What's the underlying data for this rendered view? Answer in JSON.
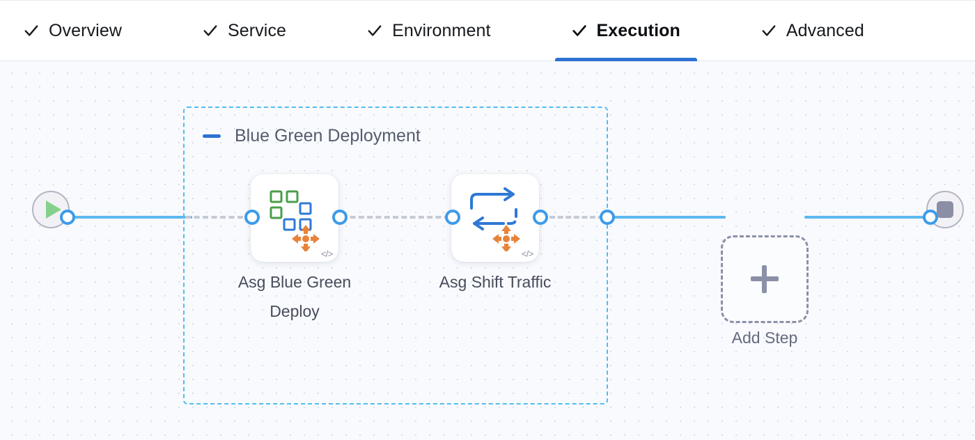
{
  "tabs": [
    {
      "label": "Overview",
      "icon": "check-icon",
      "active": false
    },
    {
      "label": "Service",
      "icon": "check-icon",
      "active": false
    },
    {
      "label": "Environment",
      "icon": "check-icon",
      "active": false
    },
    {
      "label": "Execution",
      "icon": "check-icon",
      "active": true
    },
    {
      "label": "Advanced",
      "icon": "check-icon",
      "active": false
    }
  ],
  "canvas": {
    "start_node": {
      "name": "pipeline-start",
      "icon": "play-icon"
    },
    "end_node": {
      "name": "pipeline-end",
      "icon": "stop-icon"
    },
    "group": {
      "title": "Blue Green Deployment",
      "collapse_icon": "minus-icon",
      "border_color": "#54bbf0"
    },
    "steps": [
      {
        "label": "Asg Blue Green Deploy",
        "icon": "asg-blue-green-deploy-icon",
        "badge": "</>"
      },
      {
        "label": "Asg Shift Traffic",
        "icon": "asg-shift-traffic-icon",
        "badge": "</>"
      }
    ],
    "add_step": {
      "label": "Add Step",
      "icon": "plus-icon"
    }
  },
  "colors": {
    "accent_blue": "#2d72d2",
    "connector_blue": "#5cb8ef",
    "connector_dot": "#3d9be9",
    "group_dash": "#54bbf0",
    "dashed_gray": "#c5cad3",
    "icon_green": "#4a9e49",
    "icon_blue": "#2f78d4",
    "icon_orange": "#e8833a",
    "play_green": "#84d18b",
    "stop_gray": "#8b8fa6",
    "canvas_bg": "#f8fafd"
  }
}
